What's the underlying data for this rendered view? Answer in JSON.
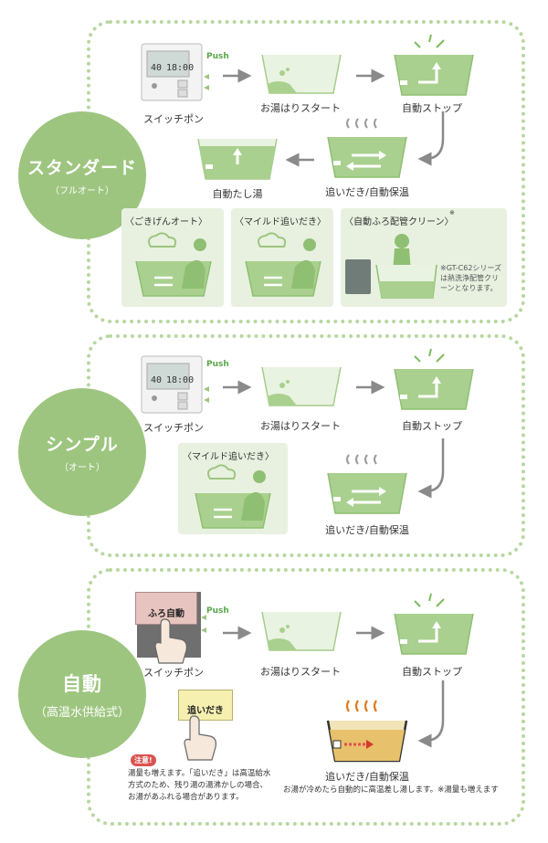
{
  "standard": {
    "title": "スタンダード",
    "subtitle": "（フルオート）",
    "push": "Push",
    "remote_temp": "40",
    "remote_time": "18:00",
    "switch": "スイッチポン",
    "fill": "お湯はりスタート",
    "stop": "自動ストップ",
    "reheat": "追いだき/自動保温",
    "topup": "自動たし湯",
    "mode1": "〈ごきげんオート〉",
    "mode2": "〈マイルド追いだき〉",
    "mode3": "〈自動ふろ配管クリーン〉",
    "mode3_mark": "※",
    "note": "※GT-C62シリーズは熱洗浄配管クリーンとなります。"
  },
  "simple": {
    "title": "シンプル",
    "subtitle": "（オート）",
    "push": "Push",
    "remote_temp": "40",
    "remote_time": "18:00",
    "switch": "スイッチポン",
    "fill": "お湯はりスタート",
    "stop": "自動ストップ",
    "mode": "〈マイルド追いだき〉",
    "reheat": "追いだき/自動保温"
  },
  "auto": {
    "title": "自動",
    "subtitle": "（高温水供給式）",
    "push": "Push",
    "button1": "ふろ自動",
    "button2": "追いだき",
    "switch": "スイッチポン",
    "fill": "お湯はりスタート",
    "stop": "自動ストップ",
    "reheat": "追いだき/自動保温",
    "reheat_note": "お湯が冷めたら自動的に高温差し湯します。※湯量も増えます",
    "caution": "注意!",
    "caution_l1": "湯量も増えます。「追いだき」は高温給水",
    "caution_l2": "方式のため、残り湯の湯沸かしの場合、",
    "caution_l3": "お湯があふれる場合があります。"
  },
  "colors": {
    "accent": "#9dc57f",
    "water": "#a9d08e",
    "tub": "#e9f3e1",
    "arrow": "#888888",
    "hot": "#e8c16c",
    "heat": "#e07a1f"
  }
}
